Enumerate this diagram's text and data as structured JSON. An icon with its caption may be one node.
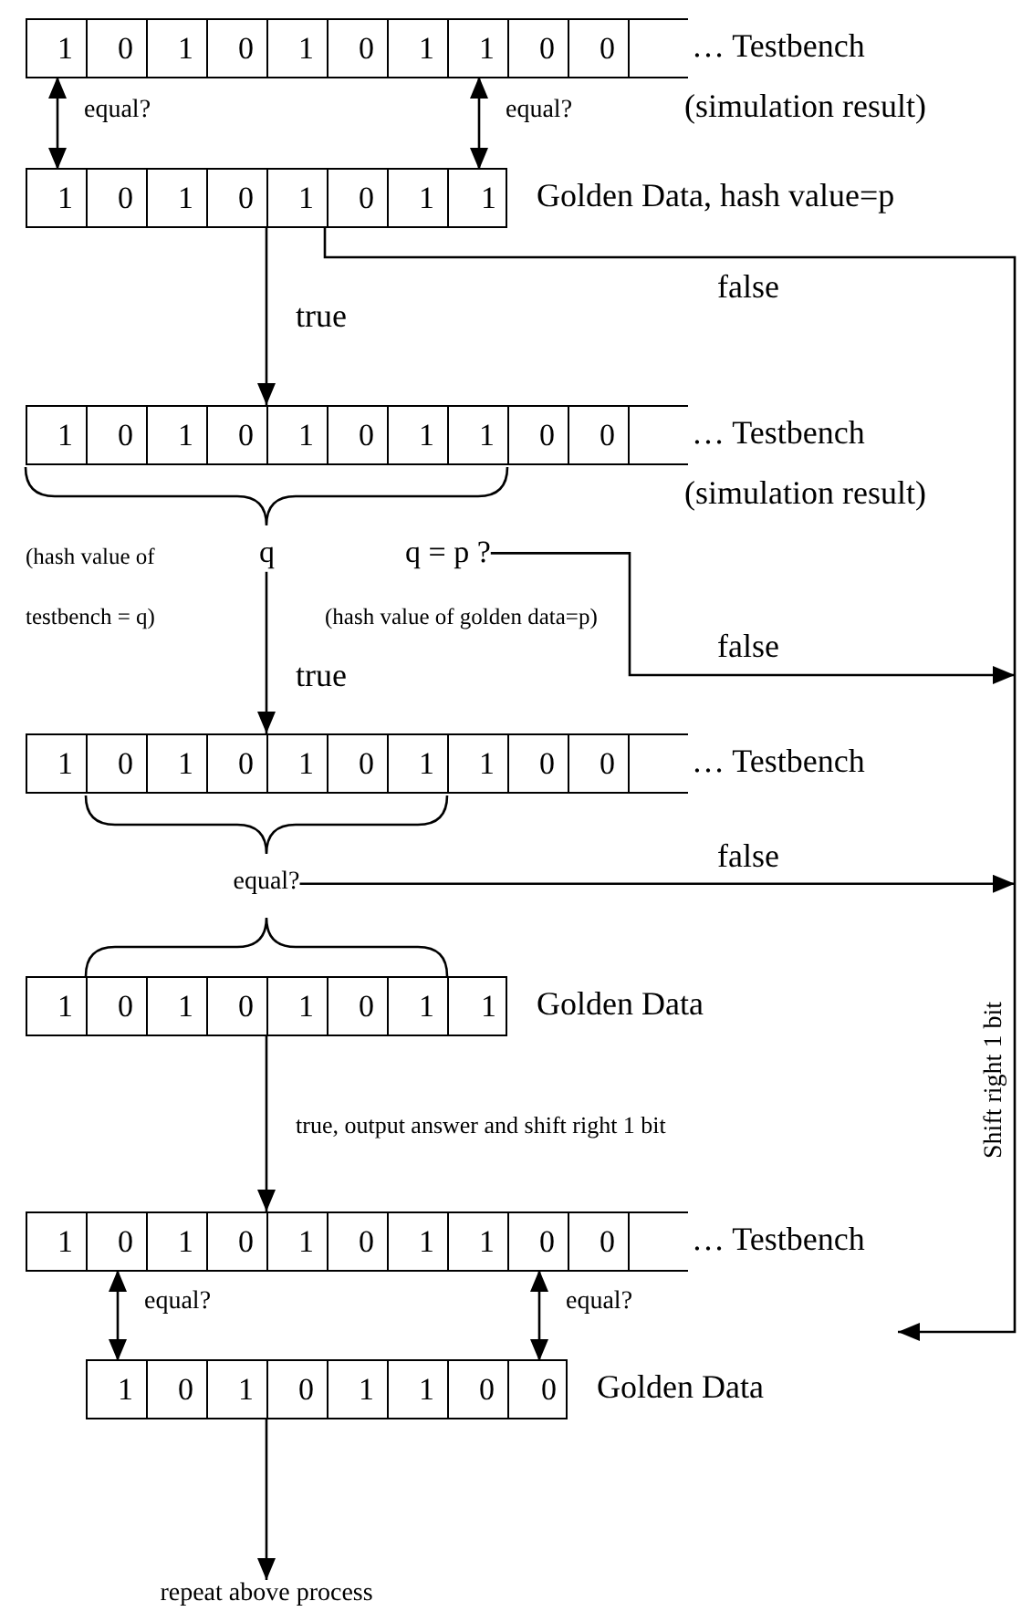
{
  "diagram": {
    "nodes": [
      {
        "text": [],
        "shape": "box",
        "beside": [
          "… Testbench",
          "(simulation result)"
        ]
      },
      {
        "text": [
          "1"
        ],
        "in": 0
      },
      {
        "text": [
          "0"
        ],
        "in": 0
      },
      {
        "text": [
          "1"
        ],
        "in": 0
      },
      {
        "text": [
          "0"
        ],
        "in": 0
      },
      {
        "text": [
          "1"
        ],
        "in": 0
      },
      {
        "text": [
          "0"
        ],
        "in": 0
      },
      {
        "text": [
          "1"
        ],
        "in": 0
      },
      {
        "text": [
          "1"
        ],
        "in": 0
      },
      {
        "text": [
          "0"
        ],
        "in": 0
      },
      {
        "text": [
          "0"
        ],
        "in": 0
      },
      {
        "text": [],
        "shape": "box",
        "beside": [
          "Golden Data, hash value=p"
        ]
      },
      {
        "text": [
          "1"
        ],
        "in": 11
      },
      {
        "text": [
          "0"
        ],
        "in": 11
      },
      {
        "text": [
          "1"
        ],
        "in": 11
      },
      {
        "text": [
          "0"
        ],
        "in": 11
      },
      {
        "text": [
          "1"
        ],
        "in": 11
      },
      {
        "text": [
          "0"
        ],
        "in": 11
      },
      {
        "text": [
          "1"
        ],
        "in": 11
      },
      {
        "text": [
          "1"
        ],
        "in": 11
      },
      {
        "text": [],
        "shape": "box",
        "beside": [
          "… Testbench",
          "(simulation result)"
        ]
      },
      {
        "text": [
          "1"
        ],
        "in": 20
      },
      {
        "text": [
          "0"
        ],
        "in": 20
      },
      {
        "text": [
          "1"
        ],
        "in": 20
      },
      {
        "text": [
          "0"
        ],
        "in": 20
      },
      {
        "text": [
          "1"
        ],
        "in": 20
      },
      {
        "text": [
          "0"
        ],
        "in": 20
      },
      {
        "text": [
          "1"
        ],
        "in": 20
      },
      {
        "text": [
          "1"
        ],
        "in": 20
      },
      {
        "text": [
          "0"
        ],
        "in": 20
      },
      {
        "text": [
          "0"
        ],
        "in": 20
      },
      {
        "text": [
          "q"
        ]
      },
      {
        "text": [
          "q = p ?"
        ]
      },
      {
        "text": [],
        "shape": "box",
        "beside": [
          "… Testbench"
        ]
      },
      {
        "text": [
          "1"
        ],
        "in": 33
      },
      {
        "text": [
          "0"
        ],
        "in": 33
      },
      {
        "text": [
          "1"
        ],
        "in": 33
      },
      {
        "text": [
          "0"
        ],
        "in": 33
      },
      {
        "text": [
          "1"
        ],
        "in": 33
      },
      {
        "text": [
          "0"
        ],
        "in": 33
      },
      {
        "text": [
          "1"
        ],
        "in": 33
      },
      {
        "text": [
          "1"
        ],
        "in": 33
      },
      {
        "text": [
          "0"
        ],
        "in": 33
      },
      {
        "text": [
          "0"
        ],
        "in": 33
      },
      {
        "text": [
          "equal?"
        ]
      },
      {
        "text": [],
        "shape": "box",
        "beside": [
          "Golden Data"
        ]
      },
      {
        "text": [
          "1"
        ],
        "in": 45
      },
      {
        "text": [
          "0"
        ],
        "in": 45
      },
      {
        "text": [
          "1"
        ],
        "in": 45
      },
      {
        "text": [
          "0"
        ],
        "in": 45
      },
      {
        "text": [
          "1"
        ],
        "in": 45
      },
      {
        "text": [
          "0"
        ],
        "in": 45
      },
      {
        "text": [
          "1"
        ],
        "in": 45
      },
      {
        "text": [
          "1"
        ],
        "in": 45
      },
      {
        "text": [],
        "shape": "box",
        "beside": [
          "… Testbench"
        ]
      },
      {
        "text": [
          "1"
        ],
        "in": 54
      },
      {
        "text": [
          "0"
        ],
        "in": 54
      },
      {
        "text": [
          "1"
        ],
        "in": 54
      },
      {
        "text": [
          "0"
        ],
        "in": 54
      },
      {
        "text": [
          "1"
        ],
        "in": 54
      },
      {
        "text": [
          "0"
        ],
        "in": 54
      },
      {
        "text": [
          "1"
        ],
        "in": 54
      },
      {
        "text": [
          "1"
        ],
        "in": 54
      },
      {
        "text": [
          "0"
        ],
        "in": 54
      },
      {
        "text": [
          "0"
        ],
        "in": 54
      },
      {
        "text": [],
        "shape": "box",
        "beside": [
          "Golden Data"
        ]
      },
      {
        "text": [
          "1"
        ],
        "in": 65
      },
      {
        "text": [
          "0"
        ],
        "in": 65
      },
      {
        "text": [
          "1"
        ],
        "in": 65
      },
      {
        "text": [
          "0"
        ],
        "in": 65
      },
      {
        "text": [
          "1"
        ],
        "in": 65
      },
      {
        "text": [
          "1"
        ],
        "in": 65
      },
      {
        "text": [
          "0"
        ],
        "in": 65
      },
      {
        "text": [
          "0"
        ],
        "in": 65
      },
      {
        "text": [
          "repeat above process"
        ]
      }
    ],
    "edges": [
      {
        "from": 1,
        "to": 12,
        "arrow": "both",
        "label": "equal?"
      },
      {
        "from": 8,
        "to": 19,
        "arrow": "both",
        "label": "equal?"
      },
      {
        "from": 11,
        "to": 20,
        "arrow": "to",
        "label": "true"
      },
      {
        "from": 11,
        "to": null,
        "arrow": "to",
        "label": "false"
      },
      {
        "from": 32,
        "to": null,
        "arrow": "to",
        "label": "false"
      },
      {
        "from": 31,
        "to": 33,
        "arrow": "to",
        "label": "true"
      },
      {
        "from": 44,
        "to": null,
        "arrow": "to",
        "label": "false"
      },
      {
        "from": 45,
        "to": 54,
        "arrow": "to",
        "label": "true, output answer and shift right 1 bit"
      },
      {
        "from": 56,
        "to": 66,
        "arrow": "both",
        "label": "equal?"
      },
      {
        "from": 63,
        "to": 73,
        "arrow": "both",
        "label": "equal?"
      },
      {
        "from": 65,
        "to": 74,
        "arrow": "to"
      }
    ],
    "labels": [
      "(hash value of testbench = q)",
      "(hash value of golden data=p)",
      "Shift right 1 bit"
    ]
  }
}
